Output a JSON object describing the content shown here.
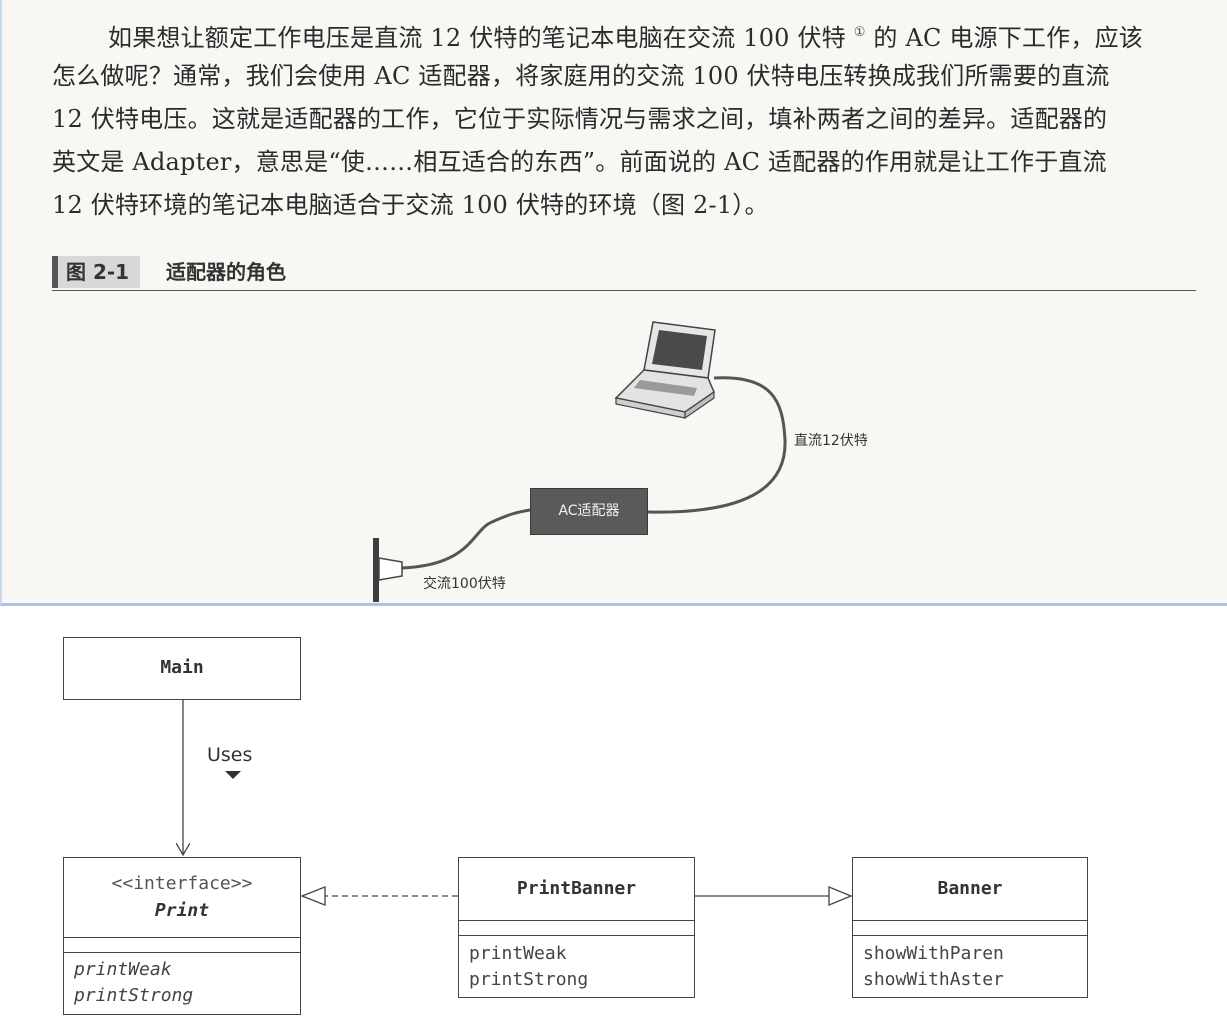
{
  "excerpt": {
    "paragraph_lines": [
      "如果想让额定工作电压是直流 12 伏特的笔记本电脑在交流 100 伏特",
      "怎么做呢？通常，我们会使用 AC 适配器，将家庭用的交流 100 伏特电压转换成我们所需要的直流",
      "12 伏特电压。这就是适配器的工作，它位于实际情况与需求之间，填补两者之间的差异。适配器的",
      "英文是 Adapter，意思是“使……相互适合的东西”。前面说的 AC 适配器的作用就是让工作于直流",
      "12 伏特环境的笔记本电脑适合于交流 100 伏特的环境（图 2-1）。"
    ],
    "footnote_mark": "①",
    "line1_tail": "的 AC 电源下工作，应该",
    "figure_number": "图 2-1",
    "figure_title": "适配器的角色",
    "labels": {
      "dc": "直流12伏特",
      "adapter": "AC适配器",
      "ac": "交流100伏特"
    }
  },
  "uml": {
    "uses_label": "Uses",
    "main": {
      "name": "Main"
    },
    "print": {
      "stereotype": "<<interface>>",
      "name": "Print",
      "methods": [
        "printWeak",
        "printStrong"
      ]
    },
    "print_banner": {
      "name": "PrintBanner",
      "methods": [
        "printWeak",
        "printStrong"
      ]
    },
    "banner": {
      "name": "Banner",
      "methods": [
        "showWithParen",
        "showWithAster"
      ]
    }
  }
}
